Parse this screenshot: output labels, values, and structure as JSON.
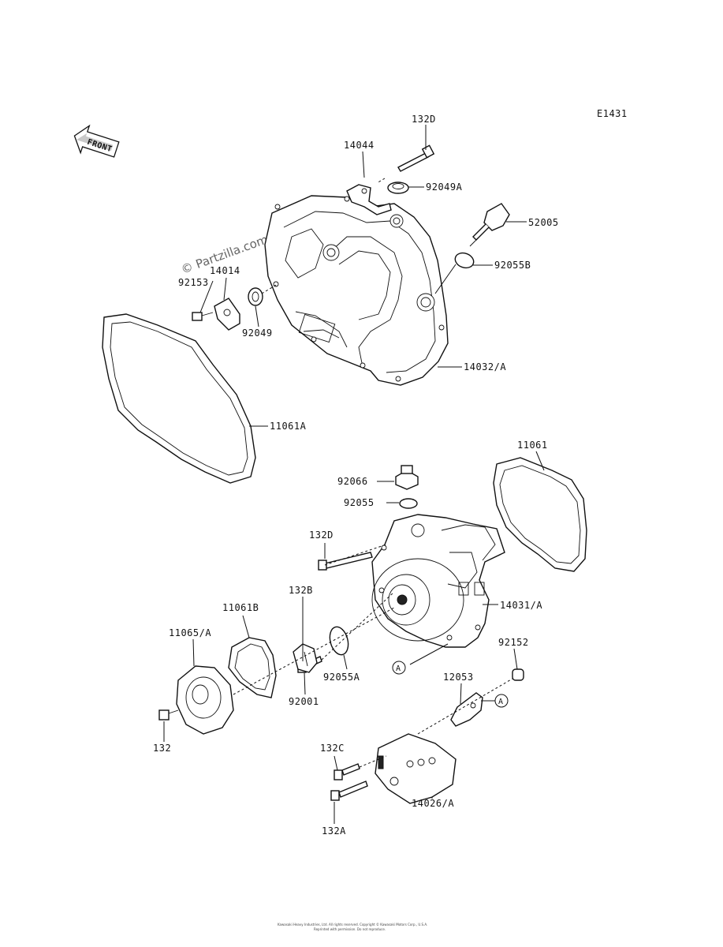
{
  "diagram_code": "E1431",
  "front_label": "FRONT",
  "watermark": "© Partzilla.com",
  "parts": {
    "p132D_top": "132D",
    "p14044": "14044",
    "p92049A": "92049A",
    "p52005": "52005",
    "p92055B": "92055B",
    "p14014": "14014",
    "p92153": "92153",
    "p92049": "92049",
    "p14032A": "14032/A",
    "p11061A": "11061A",
    "p11061": "11061",
    "p92066": "92066",
    "p92055": "92055",
    "p132D_mid": "132D",
    "p132B": "132B",
    "p11061B": "11061B",
    "p11065A": "11065/A",
    "p14031A": "14031/A",
    "p92152": "92152",
    "p92055A": "92055A",
    "p92001": "92001",
    "p12053": "12053",
    "p132": "132",
    "p132C": "132C",
    "p14026A": "14026/A",
    "p132A": "132A"
  },
  "ref_markers": {
    "marker_a1": "A",
    "marker_a2": "A"
  },
  "footer": {
    "line1": "Kawasaki Heavy Industries, Ltd. All rights reserved. Copyright © Kawasaki Motors Corp., U.S.A.",
    "line2": "Reprinted with permission. Do not reproduce."
  }
}
